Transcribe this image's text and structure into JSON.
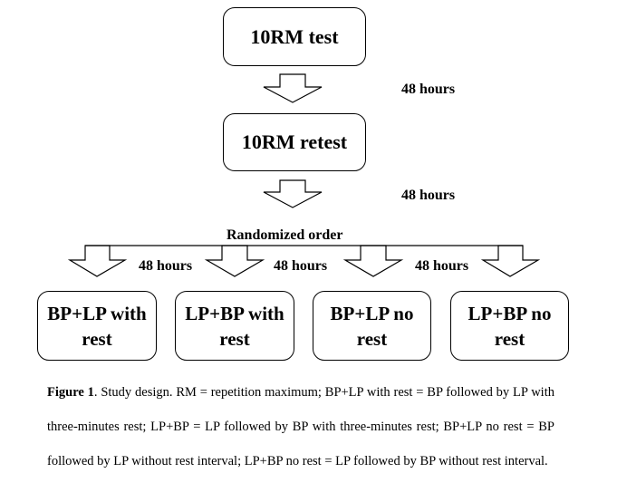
{
  "boxes": {
    "test": "10RM test",
    "retest": "10RM retest",
    "c1": "BP+LP with rest",
    "c2": "LP+BP with rest",
    "c3": "BP+LP no rest",
    "c4": "LP+BP no rest"
  },
  "labels": {
    "h1": "48 hours",
    "h2": "48 hours",
    "randomized": "Randomized order",
    "h3": "48 hours",
    "h4": "48 hours",
    "h5": "48 hours"
  },
  "caption": {
    "figure_label": "Figure 1",
    "text": ". Study design. RM = repetition maximum; BP+LP with rest = BP followed by LP with three-minutes rest; LP+BP = LP followed by BP with three-minutes rest; BP+LP no rest = BP followed by LP without rest interval; LP+BP no rest = LP followed by BP without rest interval."
  }
}
